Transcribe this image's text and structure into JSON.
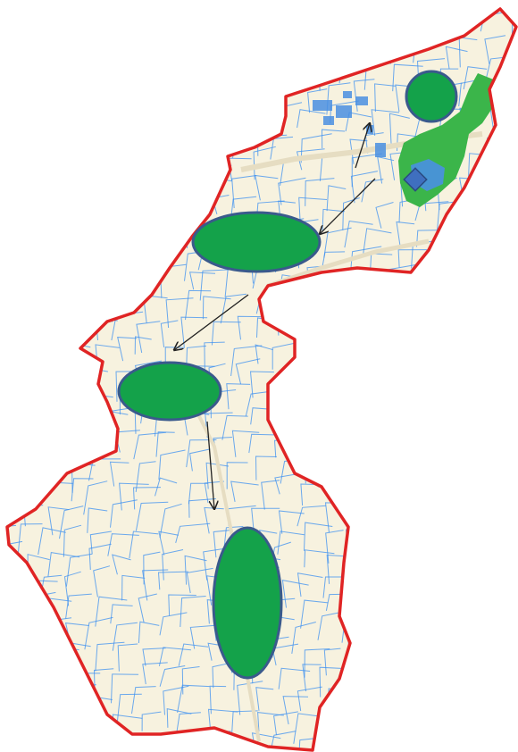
{
  "colors": {
    "background": "#ffffff",
    "land": "#f7f2df",
    "road": "#e6ddc2",
    "boundary": "#e02424",
    "parcel_line": "#3b8ff0",
    "zone_fill": "#14a24a",
    "zone_stroke": "#3a5a8c",
    "water": "#4a90e2",
    "park": "#3bb54a",
    "arrow": "#222222"
  },
  "zones": [
    {
      "id": "zone-1"
    },
    {
      "id": "zone-2"
    },
    {
      "id": "zone-3"
    },
    {
      "id": "zone-4"
    }
  ],
  "arrows": [
    {
      "from": "zone-1",
      "to": "zone-2"
    },
    {
      "from": "zone-2",
      "to": "zone-3"
    },
    {
      "from": "zone-3",
      "to": "zone-4"
    },
    {
      "from": "zone-2",
      "to": "zone-1"
    }
  ]
}
